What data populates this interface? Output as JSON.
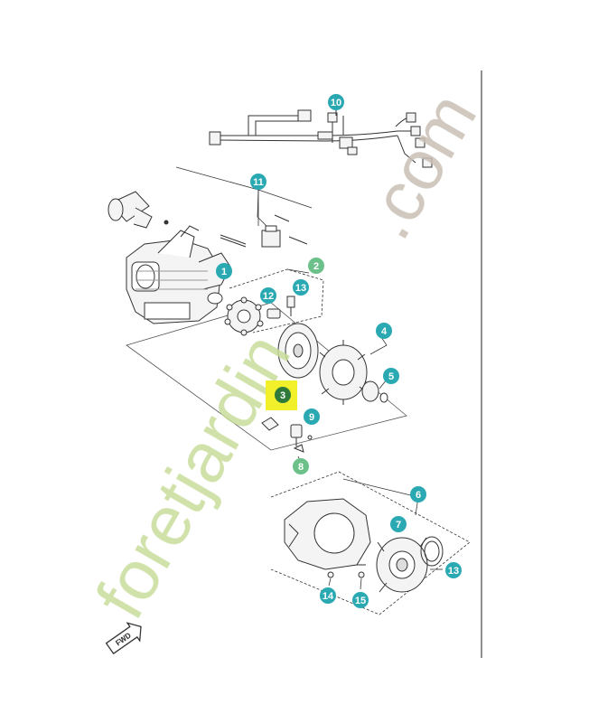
{
  "watermark": {
    "text_main": "foretjardin",
    "text_suffix": ".com",
    "color_main": "#c8dd9a",
    "color_suffix": "#c9c0b4"
  },
  "direction_marker": {
    "label": "FWD"
  },
  "callouts": [
    {
      "id": "c10",
      "label": "10"
    },
    {
      "id": "c11",
      "label": "11"
    },
    {
      "id": "c1",
      "label": "1"
    },
    {
      "id": "c2",
      "label": "2"
    },
    {
      "id": "c12",
      "label": "12"
    },
    {
      "id": "c13a",
      "label": "13"
    },
    {
      "id": "c4",
      "label": "4"
    },
    {
      "id": "c5",
      "label": "5"
    },
    {
      "id": "c3",
      "label": "3",
      "highlighted": true
    },
    {
      "id": "c9",
      "label": "9"
    },
    {
      "id": "c8",
      "label": "8"
    },
    {
      "id": "c6",
      "label": "6"
    },
    {
      "id": "c7",
      "label": "7"
    },
    {
      "id": "c13b",
      "label": "13"
    },
    {
      "id": "c14",
      "label": "14"
    },
    {
      "id": "c15",
      "label": "15"
    }
  ],
  "colors": {
    "callout_teal": "#2aa9b3",
    "callout_green": "#6cc08a",
    "highlight_box": "#f2f02a",
    "highlight_badge": "#2f7a3a",
    "line": "#333333",
    "part_fill": "#f4f4f4"
  }
}
